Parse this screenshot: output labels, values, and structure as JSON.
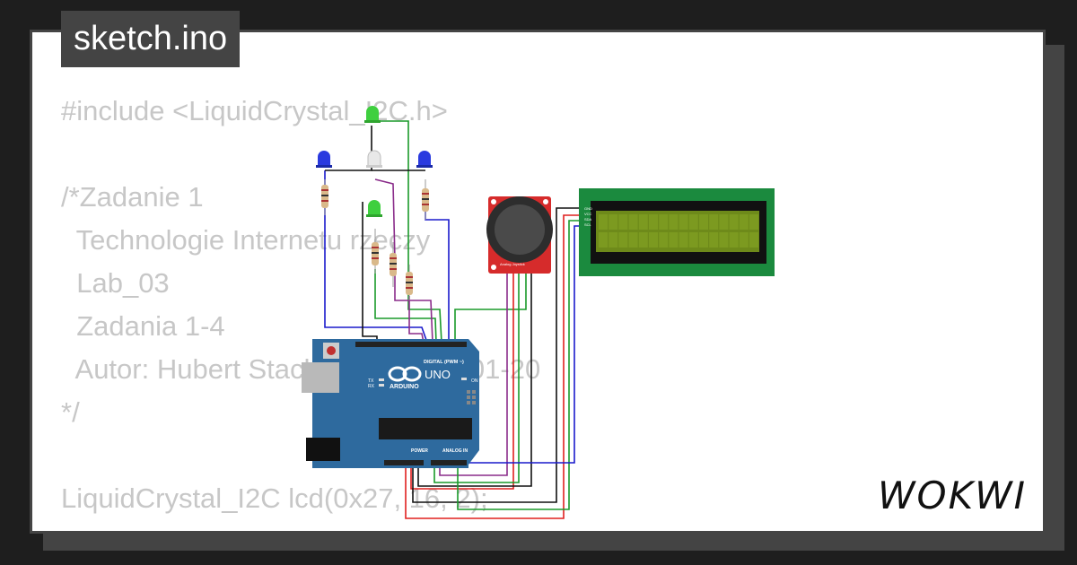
{
  "header": {
    "filename": "sketch.ino"
  },
  "code_lines": [
    "#include <LiquidCrystal_I2C.h>",
    "",
    "/*Zadanie 1",
    "  Technologie Internetu rzeczy",
    "  Lab_03",
    "  Zadania 1-4",
    "  Autor: Hubert Stachowiak 2024-01-20",
    "*/",
    "",
    "LiquidCrystal_I2C lcd(0x27, 16, 2);"
  ],
  "board": {
    "brand": "ARDUINO",
    "model": "UNO",
    "digital_label": "DIGITAL (PWM ~)",
    "power_label": "POWER",
    "analog_label": "ANALOG IN",
    "tx_label": "TX",
    "rx_label": "RX",
    "on_label": "ON"
  },
  "lcd": {
    "pins": [
      "GND",
      "VCC",
      "SDA",
      "SCL"
    ]
  },
  "joystick": {
    "label": "Analog Joystick"
  },
  "brand": {
    "logo_text": "WOKWI"
  },
  "colors": {
    "accent_dark": "#444444",
    "board_blue": "#2e6a9e",
    "lcd_green": "#1b8a3e",
    "lcd_screen": "#6e8a1a",
    "joystick_red": "#d62b2b",
    "wire_blue": "#1a1acc",
    "wire_red": "#e0201f",
    "wire_green": "#1a9a2a",
    "wire_purple": "#8a2c8a",
    "wire_black": "#111111"
  }
}
